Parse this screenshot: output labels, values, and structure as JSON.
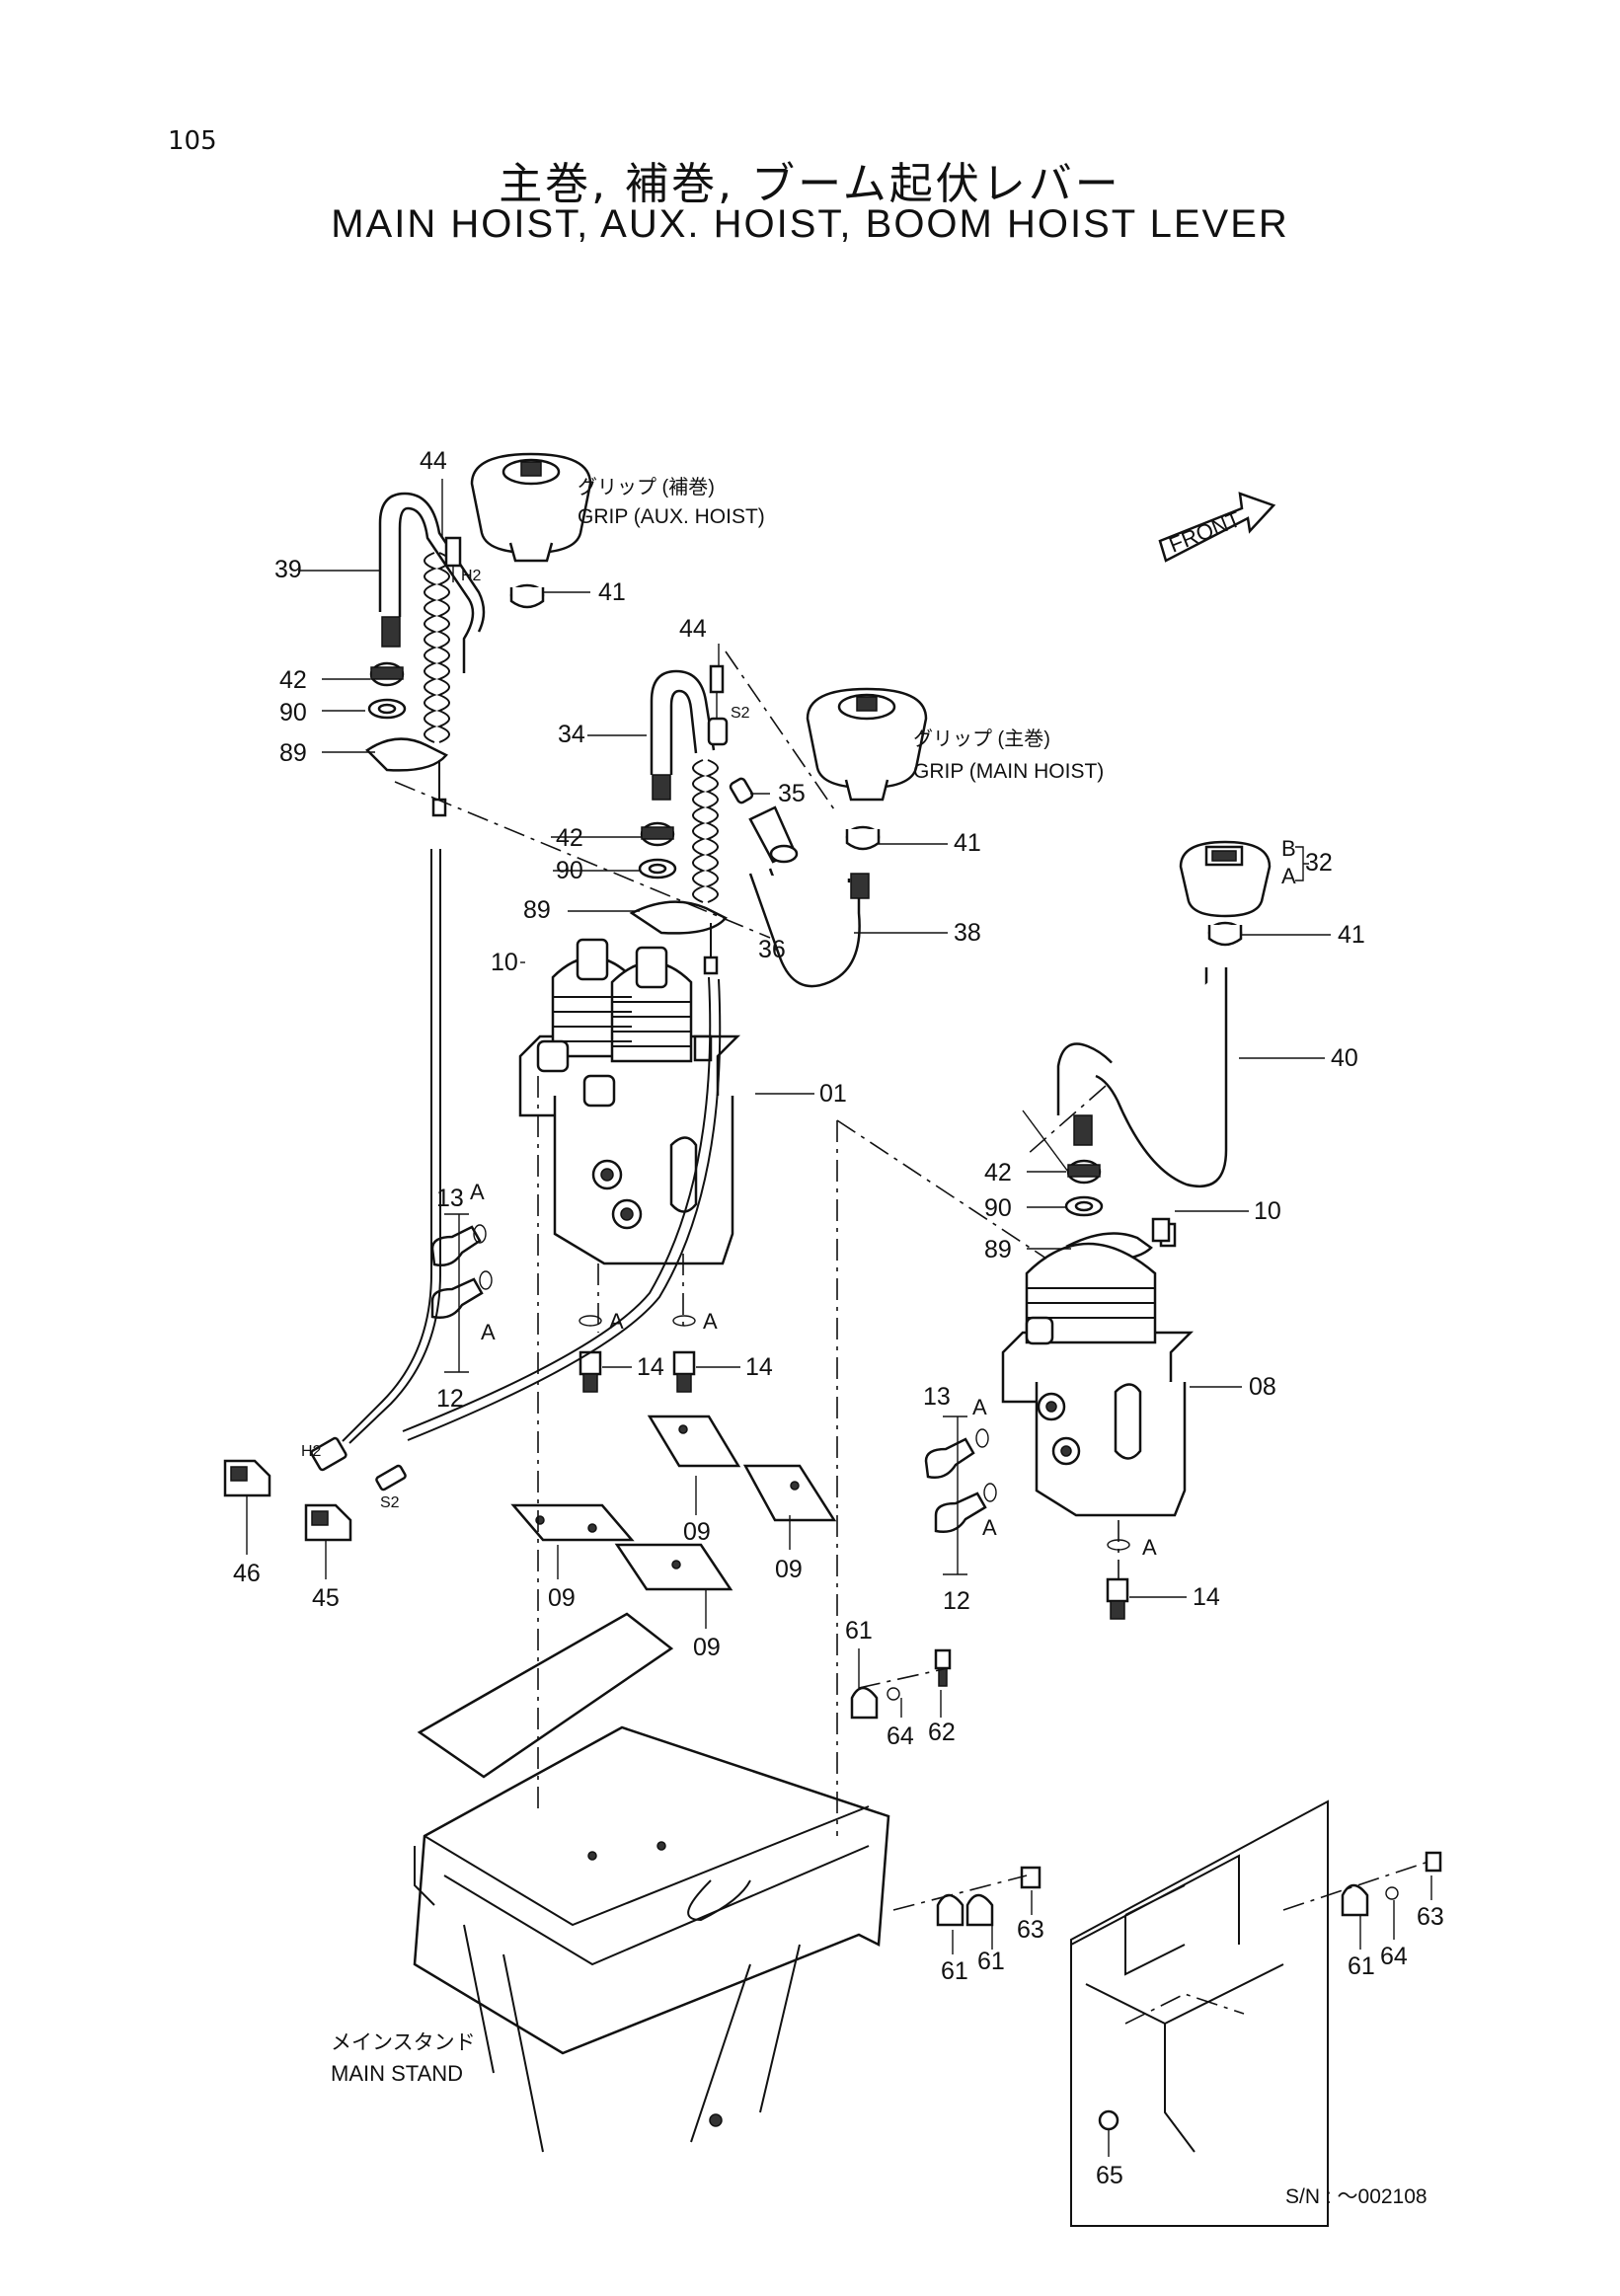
{
  "page_number": "105",
  "title_jp": "主巻, 補巻, ブーム起伏レバー",
  "title_en": "MAIN HOIST, AUX. HOIST, BOOM HOIST LEVER",
  "front_label": "FRONT",
  "captions": {
    "grip_aux_jp": "グリップ (補巻)",
    "grip_aux_en": "GRIP (AUX. HOIST)",
    "grip_main_jp": "グリップ (主巻)",
    "grip_main_en": "GRIP (MAIN HOIST)",
    "main_stand_jp": "メインスタンド",
    "main_stand_en": "MAIN STAND",
    "serial": "S/N : ～002108"
  },
  "connectors": {
    "h2": "H2",
    "s2": "S2"
  },
  "port_label": "A",
  "sub_b": "B",
  "sub_a": "A",
  "part_numbers": {
    "p44a": "44",
    "p39": "39",
    "p41a": "41",
    "p42a": "42",
    "p90a": "90",
    "p89a": "89",
    "p44b": "44",
    "p34": "34",
    "p35": "35",
    "p42b": "42",
    "p90b": "90",
    "p89b": "89",
    "p36": "36",
    "p41b": "41",
    "p38": "38",
    "p32": "32",
    "p41c": "41",
    "p40": "40",
    "p10a": "10",
    "p01": "01",
    "p42c": "42",
    "p90c": "90",
    "p89c": "89",
    "p10b": "10",
    "p13a": "13",
    "p12a": "12",
    "p14a": "14",
    "p14b": "14",
    "p08": "08",
    "p13b": "13",
    "p12b": "12",
    "p14c": "14",
    "p46": "46",
    "p45": "45",
    "p09a": "09",
    "p09b": "09",
    "p09c": "09",
    "p09d": "09",
    "p61a": "61",
    "p64a": "64",
    "p62": "62",
    "p61b": "61",
    "p61c": "61",
    "p63a": "63",
    "p63b": "63",
    "p61d": "61",
    "p64b": "64",
    "p65": "65"
  }
}
